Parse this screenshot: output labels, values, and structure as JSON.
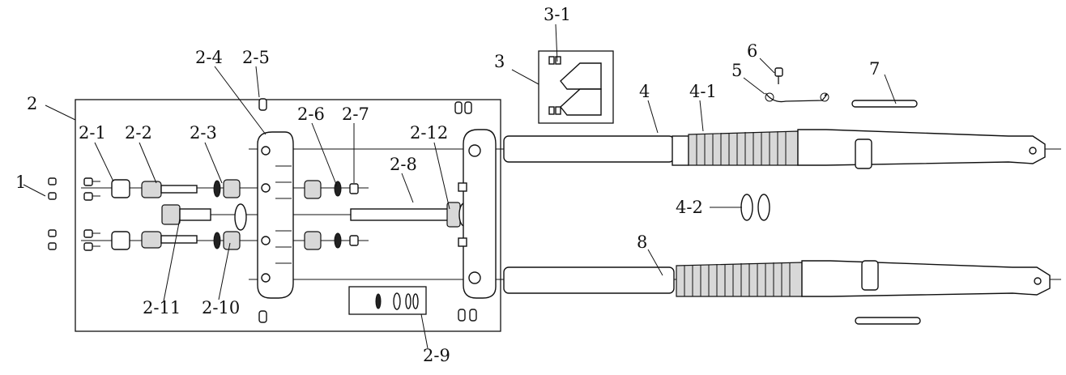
{
  "labels": {
    "p1": "1",
    "p2": "2",
    "p2_1": "2-1",
    "p2_2": "2-2",
    "p2_3": "2-3",
    "p2_4": "2-4",
    "p2_5": "2-5",
    "p2_6": "2-6",
    "p2_7": "2-7",
    "p2_8": "2-8",
    "p2_9": "2-9",
    "p2_10": "2-10",
    "p2_11": "2-11",
    "p2_12": "2-12",
    "p3": "3",
    "p3_1": "3-1",
    "p4": "4",
    "p4_1": "4-1",
    "p4_2": "4-2",
    "p5": "5",
    "p6": "6",
    "p7": "7",
    "p8": "8"
  }
}
